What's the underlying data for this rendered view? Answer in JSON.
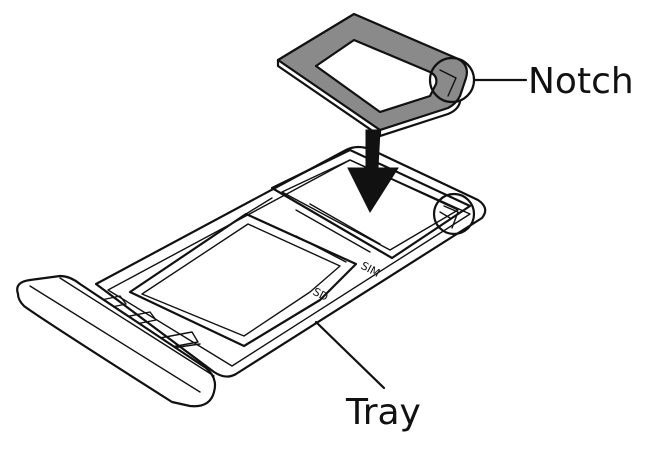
{
  "labels": {
    "notch": "Notch",
    "tray": "Tray",
    "sim": "SIM",
    "sd": "SD"
  },
  "colors": {
    "line": "#111111",
    "card_fill": "#8a8a8a",
    "background": "#ffffff"
  },
  "icons": {
    "insert_direction": "arrow-down-icon"
  }
}
